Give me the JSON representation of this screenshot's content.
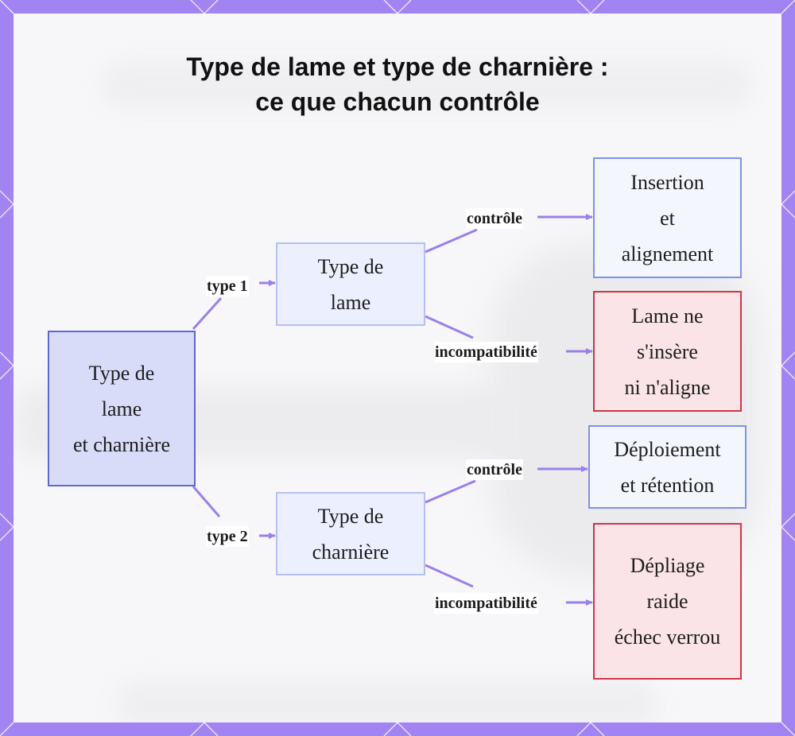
{
  "title": {
    "line1": "Type de lame et type de charnière :",
    "line2": "ce que chacun contrôle"
  },
  "nodes": {
    "root": [
      "Type de",
      "lame",
      "et charnière"
    ],
    "blade_type": [
      "Type de",
      "lame"
    ],
    "hinge_type": [
      "Type de",
      "charnière"
    ],
    "blade_control": [
      "Insertion",
      "et",
      "alignement"
    ],
    "blade_incompat": [
      "Lame ne",
      "s'insère",
      "ni n'aligne"
    ],
    "hinge_control": [
      "Déploiement",
      "et rétention"
    ],
    "hinge_incompat": [
      "Dépliage",
      "raide",
      "échec verrou"
    ]
  },
  "edges": {
    "type1": "type 1",
    "type2": "type 2",
    "blade_control": "contrôle",
    "blade_incompat": "incompatibilité",
    "hinge_control": "contrôle",
    "hinge_incompat": "incompatibilité"
  },
  "colors": {
    "frame": "#a184f2",
    "connector": "#9b7fea",
    "root_fill": "#d8dcf8",
    "root_border": "#5c6bc7",
    "control_border": "#7b92e5",
    "incompat_fill": "#fbe4e7",
    "incompat_border": "#cf3548"
  }
}
